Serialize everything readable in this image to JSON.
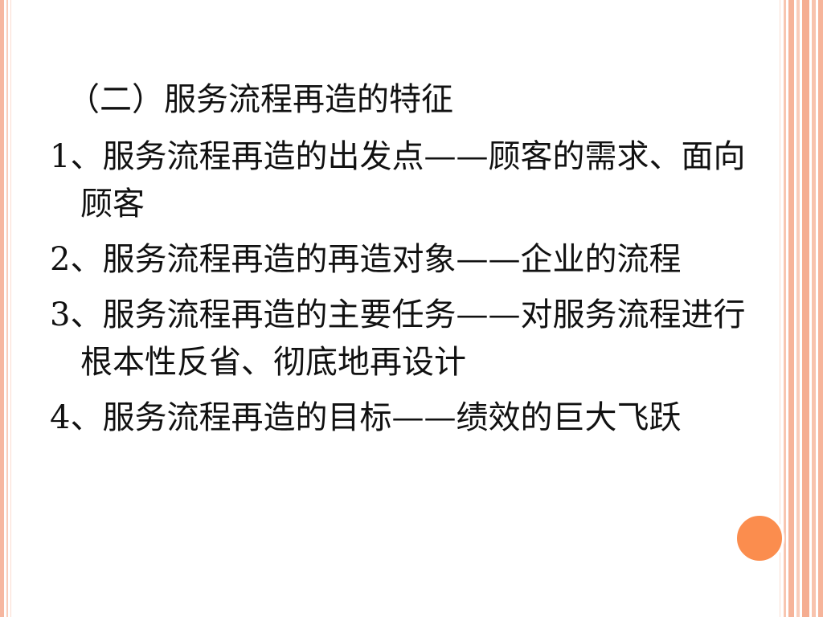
{
  "slide": {
    "heading": "（二）服务流程再造的特征",
    "items": [
      "1、服务流程再造的出发点——顾客的需求、面向顾客",
      "2、服务流程再造的再造对象——企业的流程",
      "3、服务流程再造的主要任务——对服务流程进行根本性反省、彻底地再设计",
      "4、服务流程再造的目标——绩效的巨大飞跃"
    ]
  },
  "colors": {
    "border_stripe": "#f6b49a",
    "accent_circle": "#fb8d4e"
  }
}
